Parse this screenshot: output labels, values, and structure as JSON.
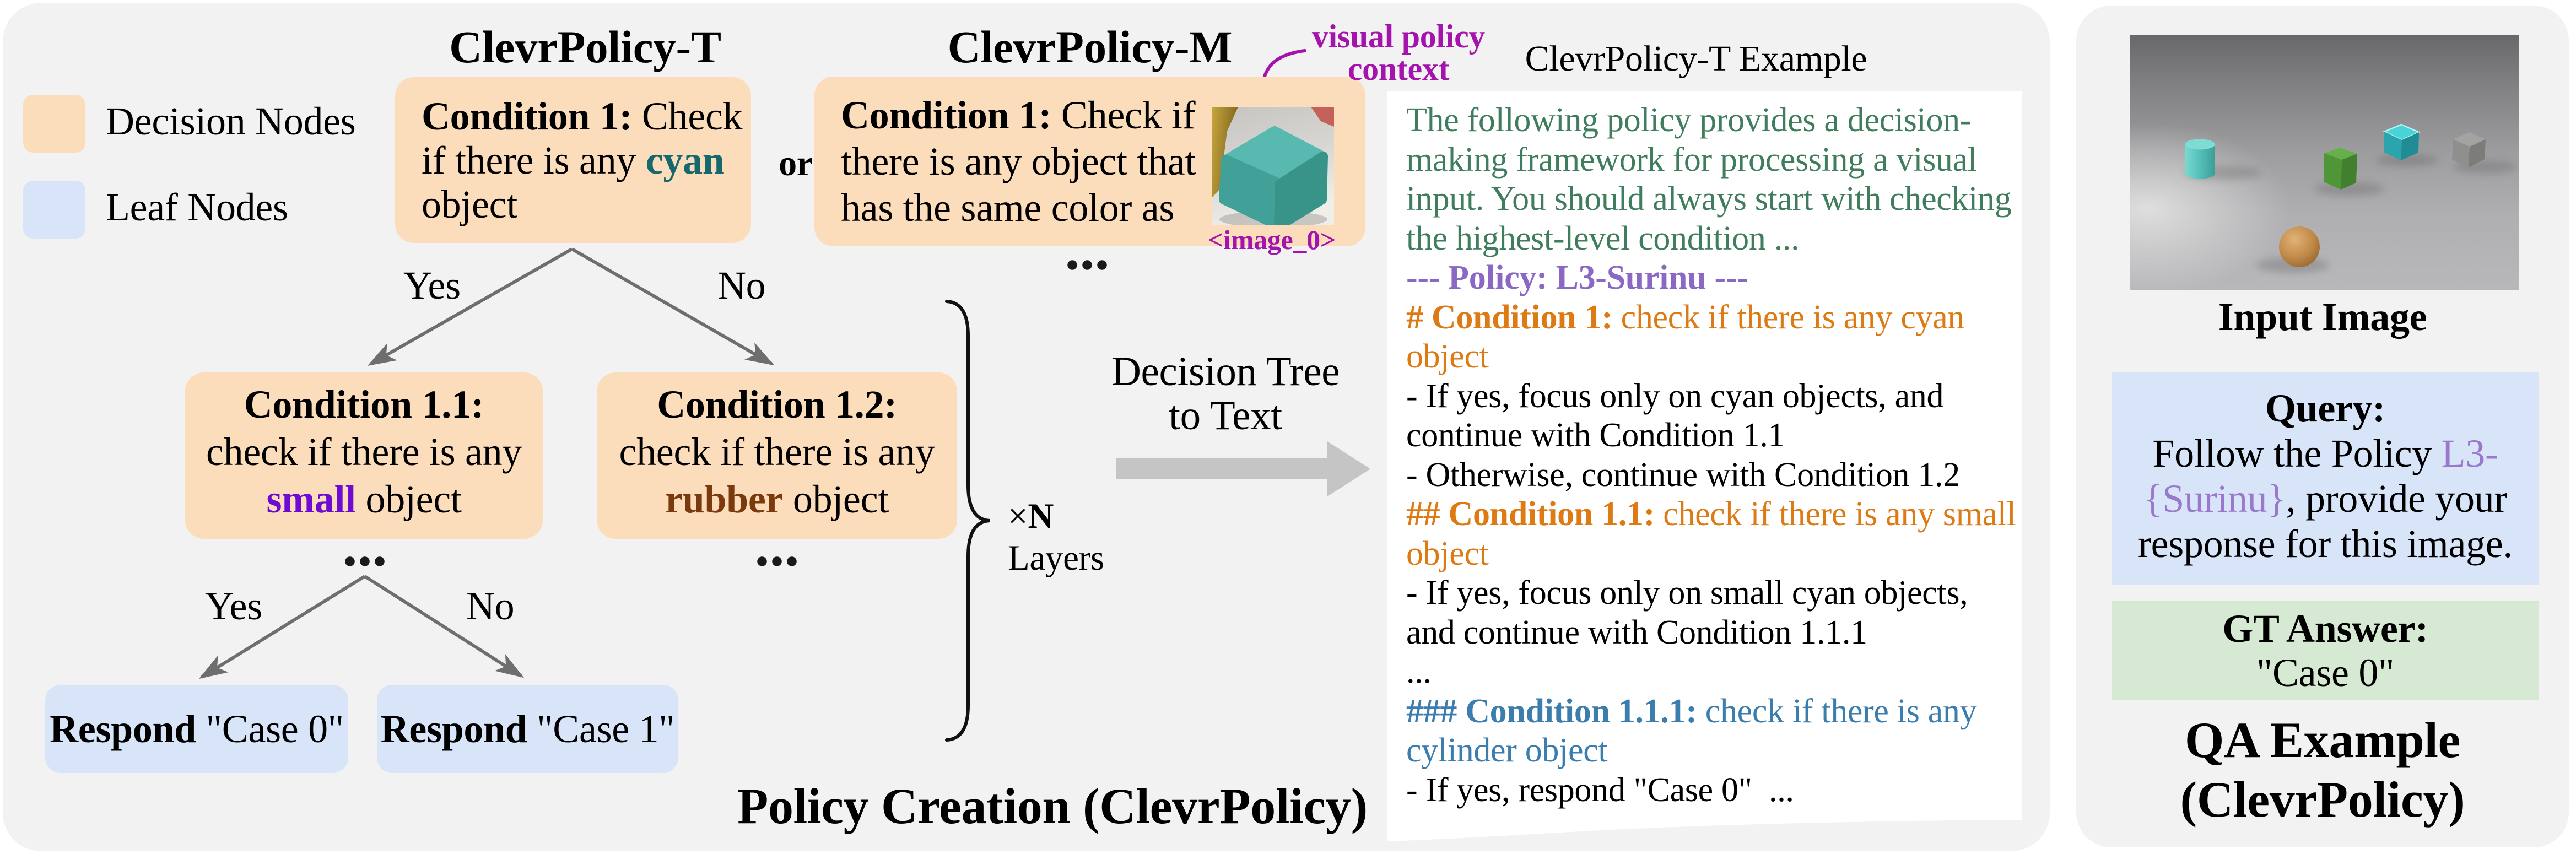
{
  "legend": {
    "decision_label": "Decision Nodes",
    "leaf_label": "Leaf Nodes"
  },
  "tree": {
    "title_t": "ClevrPolicy-T",
    "title_m": "ClevrPolicy-M",
    "or_label": "or",
    "node_t": {
      "bold": "Condition 1:",
      "rest1": " Check",
      "line2_pre": "if there is any ",
      "line2_word": "cyan",
      "line3": "object"
    },
    "node_m": {
      "bold": "Condition 1:",
      "rest1": " Check if",
      "line2": "there is any object that",
      "line3": "has the same color as",
      "image_tag": "<image_0>",
      "context_label_line1": "visual policy",
      "context_label_line2": "context",
      "ellipsis": "..."
    },
    "edge_labels": {
      "yes1": "Yes",
      "no1": "No",
      "yes2": "Yes",
      "no2": "No"
    },
    "node_11": {
      "bold": "Condition 1.1:",
      "line2": "check if there is any",
      "word": "small",
      "line3_rest": " object",
      "ellipsis": "..."
    },
    "node_12": {
      "bold": "Condition 1.2:",
      "line2": "check if there is any",
      "word": "rubber",
      "line3_rest": " object",
      "ellipsis": "..."
    },
    "leaf_case0": {
      "bold": "Respond",
      "rest": " \"Case 0\""
    },
    "leaf_case1": {
      "bold": "Respond",
      "rest": " \"Case 1\""
    },
    "layers": {
      "times": "×",
      "n": "N",
      "word": "Layers"
    },
    "transform_line1": "Decision Tree",
    "transform_line2": "to Text",
    "caption": "Policy Creation (ClevrPolicy)"
  },
  "example": {
    "heading": "ClevrPolicy-T Example",
    "lines": [
      {
        "color": "green",
        "rest": "The following policy provides a decision-"
      },
      {
        "color": "green",
        "rest": "making framework for processing a visual"
      },
      {
        "color": "green",
        "rest": "input. You should always start with checking"
      },
      {
        "color": "green",
        "rest": "the highest-level condition ..."
      },
      {
        "color": "purple",
        "bold": "--- Policy: L3-Surinu ---"
      },
      {
        "color": "orange",
        "bold": "# Condition 1:",
        "rest": " check if there is any cyan"
      },
      {
        "color": "orange",
        "rest": "object"
      },
      {
        "color": "black",
        "rest": "- If yes, focus only on cyan objects, and"
      },
      {
        "color": "black",
        "rest": "continue with Condition 1.1"
      },
      {
        "color": "black",
        "rest": "- Otherwise, continue with Condition 1.2"
      },
      {
        "color": "orange",
        "bold": "## Condition 1.1:",
        "rest": " check if there is any small"
      },
      {
        "color": "orange",
        "rest": "object"
      },
      {
        "color": "black",
        "rest": "- If yes, focus only on small cyan objects,"
      },
      {
        "color": "black",
        "rest": "and continue with Condition 1.1.1"
      },
      {
        "color": "black",
        "rest": "..."
      },
      {
        "color": "blue",
        "bold": "### Condition 1.1.1:",
        "rest": " check if there is any"
      },
      {
        "color": "blue",
        "rest": "cylinder object"
      },
      {
        "color": "black",
        "rest": "- If yes, respond \"Case 0\"  ..."
      }
    ]
  },
  "qa": {
    "input_image_label": "Input Image",
    "input_scene_objects": [
      "cyan cylinder",
      "green cube",
      "cyan metal cube",
      "gray cube",
      "brown sphere"
    ],
    "query": {
      "title": "Query:",
      "line2_pre": "Follow the Policy ",
      "line2_word": "L3-",
      "line3_word": "{Surinu}",
      "line3_rest": ", provide your",
      "line4": "response for this image."
    },
    "gt": {
      "title": "GT Answer:",
      "value": "\"Case 0\""
    },
    "caption_line1": "QA Example",
    "caption_line2": "(ClevrPolicy)"
  },
  "palette": {
    "panel_gray": "#f2f2f3",
    "decision_node_fill": "#fcddbb",
    "leaf_node_fill": "#d8e4f7",
    "query_fill": "#d8e4f8",
    "gt_fill": "#d6e9d3",
    "white_panel": "#ffffff",
    "black": "#000000",
    "green": "#3f7d5c",
    "purple": "#8a68c4",
    "orange": "#dd7a14",
    "blue": "#3b7dad",
    "magenta": "#a513ad",
    "teal_word": "#15686d",
    "small_word": "#6d0bd2",
    "rubber_word": "#7a3a0e",
    "lavender": "#9a78cc",
    "arrow_gray": "#6e6e6e",
    "big_arrow_gray": "#c5c5c5",
    "brace_black": "#111111"
  }
}
